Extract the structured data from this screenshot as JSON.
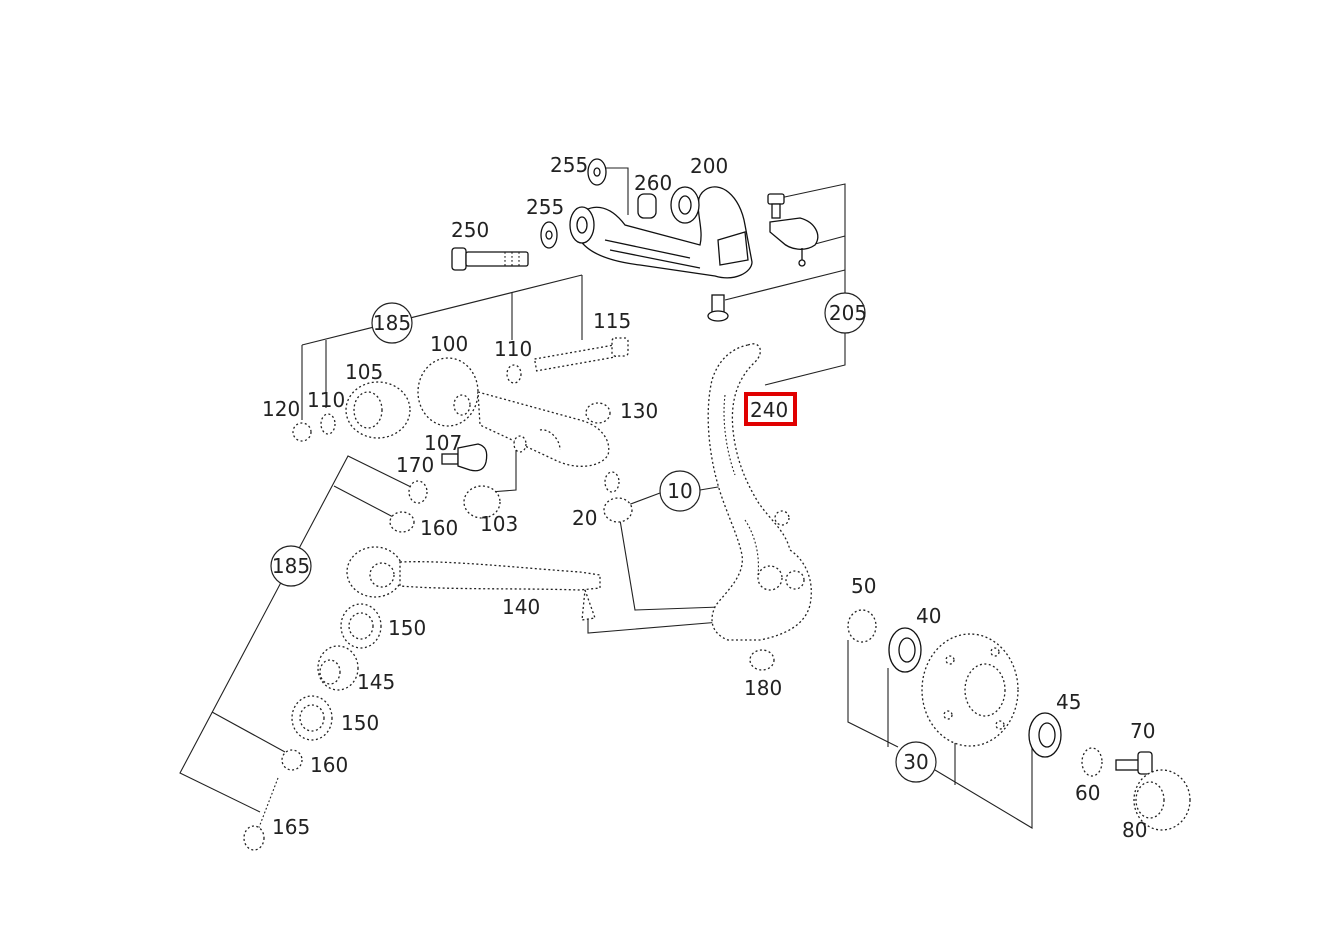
{
  "highlight": {
    "label": "240",
    "color": "#e00000"
  },
  "labels": {
    "p255a": "255",
    "p255b": "255",
    "p260": "260",
    "p200": "200",
    "p250": "250",
    "p205": "205",
    "p185a": "185",
    "p115": "115",
    "p110a": "110",
    "p100": "100",
    "p105": "105",
    "p120": "120",
    "p110b": "110",
    "p130": "130",
    "p240": "240",
    "p107": "107",
    "p170": "170",
    "p103": "103",
    "p10": "10",
    "p20": "20",
    "p160a": "160",
    "p185b": "185",
    "p140": "140",
    "p150a": "150",
    "p145": "145",
    "p150b": "150",
    "p160b": "160",
    "p165": "165",
    "p180": "180",
    "p50": "50",
    "p40": "40",
    "p45": "45",
    "p70": "70",
    "p60": "60",
    "p30": "30",
    "p80": "80"
  }
}
